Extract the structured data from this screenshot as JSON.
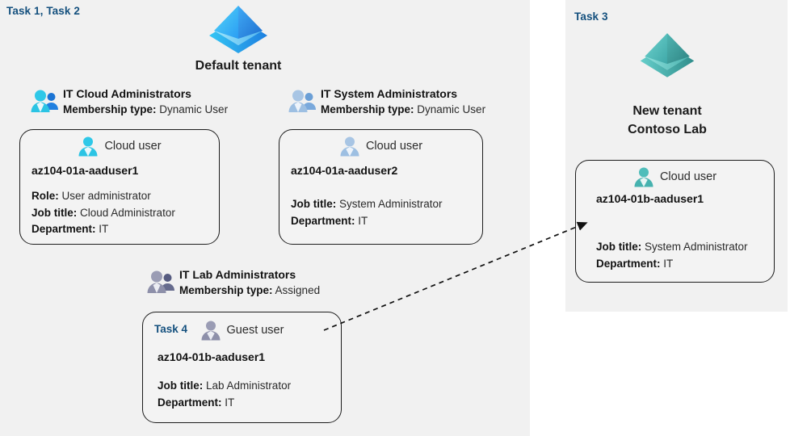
{
  "colors": {
    "panel_bg": "#f1f1f1",
    "task_label": "#14507e",
    "card_border": "#1c1c1c",
    "default_tenant_icon": "#2f9cf4",
    "new_tenant_icon": "#4fb8b8"
  },
  "left_panel": {
    "task_label": "Task 1, Task 2",
    "tenant": {
      "icon": "azure-tenant-pyramid-icon",
      "name": "Default tenant"
    },
    "groups": [
      {
        "icon": "users-group-icon",
        "name": "IT Cloud Administrators",
        "membership_label": "Membership type:",
        "membership_value": "Dynamic User",
        "user": {
          "icon": "cloud-user-icon",
          "type": "Cloud user",
          "name": "az104-01a-aaduser1",
          "attributes": [
            {
              "label": "Role:",
              "value": "User administrator"
            },
            {
              "label": "Job title:",
              "value": "Cloud Administrator"
            },
            {
              "label": "Department:",
              "value": "IT"
            }
          ]
        }
      },
      {
        "icon": "users-group-icon",
        "name": "IT System Administrators",
        "membership_label": "Membership type:",
        "membership_value": "Dynamic User",
        "user": {
          "icon": "cloud-user-icon",
          "type": "Cloud user",
          "name": "az104-01a-aaduser2",
          "attributes": [
            {
              "label": "Job title:",
              "value": "System Administrator"
            },
            {
              "label": "Department:",
              "value": "IT"
            }
          ]
        }
      },
      {
        "icon": "users-group-icon",
        "name": "IT Lab Administrators",
        "membership_label": "Membership type:",
        "membership_value": "Assigned",
        "user": {
          "icon": "guest-user-icon",
          "task_tag": "Task 4",
          "type": "Guest user",
          "name": "az104-01b-aaduser1",
          "attributes": [
            {
              "label": "Job title:",
              "value": "Lab Administrator"
            },
            {
              "label": "Department:",
              "value": "IT"
            }
          ]
        }
      }
    ]
  },
  "right_panel": {
    "task_label": "Task 3",
    "tenant": {
      "icon": "azure-tenant-pyramid-icon",
      "name_line1": "New  tenant",
      "name_line2": "Contoso Lab"
    },
    "user": {
      "icon": "cloud-user-icon",
      "type": "Cloud user",
      "name": "az104-01b-aaduser1",
      "attributes": [
        {
          "label": "Job title:",
          "value": "System Administrator"
        },
        {
          "label": "Department:",
          "value": "IT"
        }
      ]
    }
  },
  "connector": {
    "icon": "dashed-arrow-icon",
    "from": "guest-user-card",
    "to": "new-tenant-user-card"
  }
}
